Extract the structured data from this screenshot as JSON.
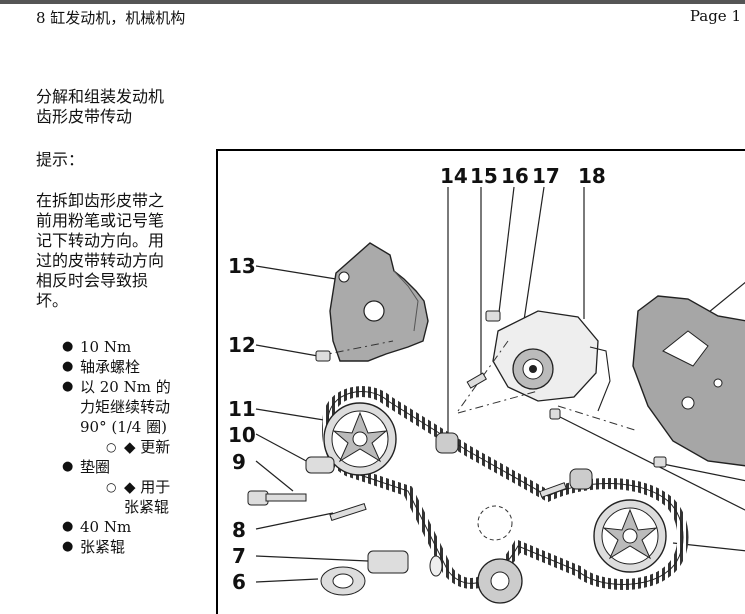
{
  "header": {
    "title": "8 缸发动机，机械机构",
    "page": "Page 1"
  },
  "section": {
    "title_line1": "分解和组装发动机",
    "title_line2": "齿形皮带传动"
  },
  "hint": {
    "label": "提示：",
    "lines": [
      "在拆卸齿形皮带之",
      "前用粉笔或记号笔",
      "记下转动方向。用",
      "过的皮带转动方向",
      "相反时会导致损",
      "坏。"
    ]
  },
  "items": [
    {
      "text": "10 Nm"
    },
    {
      "text": "轴承螺栓"
    },
    {
      "text": "以 20 Nm 的",
      "continuation": [
        "力矩继续转动",
        "90° (1/4 圈)"
      ]
    },
    {
      "sub": "◆ 更新"
    },
    {
      "text": "垫圈"
    },
    {
      "sub": "◆ 用于",
      "sub_continuation": "张紧辊"
    },
    {
      "text": "40 Nm"
    },
    {
      "text": "张紧辊"
    }
  ],
  "diagram": {
    "labels": [
      "14",
      "15",
      "16",
      "17",
      "18",
      "13",
      "12",
      "11",
      "10",
      "9",
      "8",
      "7",
      "6"
    ]
  }
}
